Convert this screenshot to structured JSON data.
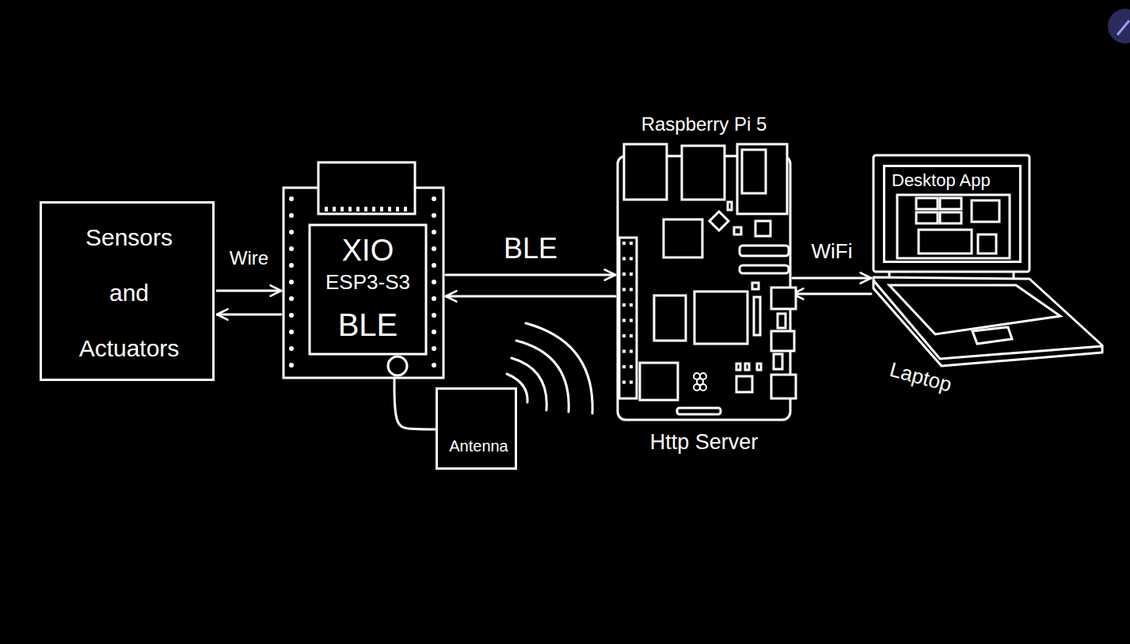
{
  "diagram": {
    "nodes": [
      {
        "text": [
          "Sensors and Actuators"
        ]
      },
      {
        "text": [
          "XIO",
          "ESP3-S3",
          "BLE"
        ]
      },
      {
        "text": [
          "Antenna"
        ]
      },
      {
        "text": [
          "Raspberry Pi 5",
          "Http Server"
        ]
      },
      {
        "text": [
          "Laptop"
        ]
      },
      {
        "text": [
          "Desktop App"
        ],
        "in": 4
      }
    ],
    "edges": [
      {
        "from": 0,
        "to": 1,
        "arrow": "to",
        "label": "Wire"
      },
      {
        "from": 1,
        "to": 0,
        "arrow": "to"
      },
      {
        "from": 1,
        "to": 3,
        "arrow": "to",
        "label": "BLE"
      },
      {
        "from": 3,
        "to": 1,
        "arrow": "to"
      },
      {
        "from": 1,
        "to": 2,
        "arrow": "none"
      },
      {
        "from": 3,
        "to": 4,
        "arrow": "to",
        "label": "WiFi"
      },
      {
        "from": 4,
        "to": 3,
        "arrow": "to"
      }
    ]
  }
}
